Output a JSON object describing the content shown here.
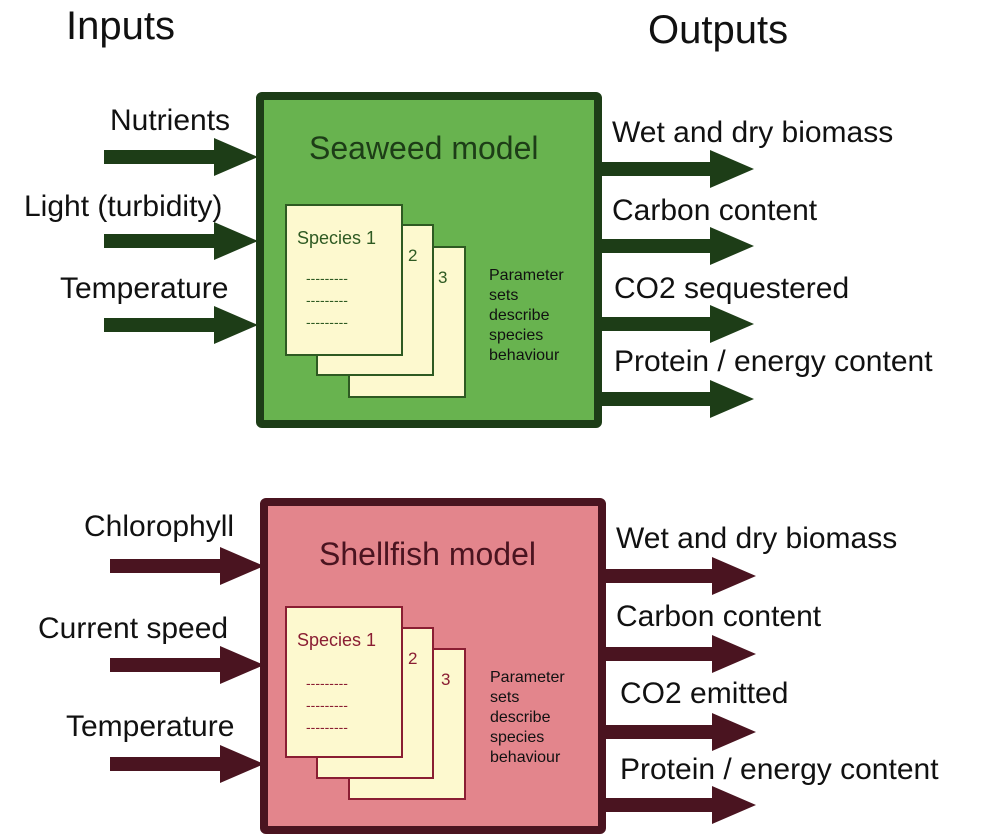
{
  "headers": {
    "inputs": "Inputs",
    "outputs": "Outputs"
  },
  "seaweed": {
    "title": "Seaweed model",
    "inputs": [
      "Nutrients",
      "Light (turbidity)",
      "Temperature"
    ],
    "outputs": [
      "Wet and dry biomass",
      "Carbon content",
      "CO2 sequestered",
      "Protein / energy content"
    ],
    "species_label": "Species 1",
    "sheet_numbers": [
      "2",
      "3"
    ],
    "dashes": "---------",
    "note": [
      "Parameter",
      "sets",
      "describe",
      "species",
      "behaviour"
    ],
    "colors": {
      "fill": "#68b34f",
      "border": "#1d3d17",
      "arrow": "#1d3d17",
      "title": "#1d3d17",
      "sheet_border": "#2e5a22",
      "sheet_text": "#2e5a22"
    }
  },
  "shellfish": {
    "title": "Shellfish model",
    "inputs": [
      "Chlorophyll",
      "Current speed",
      "Temperature"
    ],
    "outputs": [
      "Wet and dry biomass",
      "Carbon content",
      "CO2 emitted",
      "Protein / energy content"
    ],
    "species_label": "Species 1",
    "sheet_numbers": [
      "2",
      "3"
    ],
    "dashes": "---------",
    "note": [
      "Parameter",
      "sets",
      "describe",
      "species",
      "behaviour"
    ],
    "colors": {
      "fill": "#e3858c",
      "border": "#4a1420",
      "arrow": "#4a1420",
      "title": "#4a1420",
      "sheet_border": "#8a1e33",
      "sheet_text": "#8a1e33"
    }
  }
}
